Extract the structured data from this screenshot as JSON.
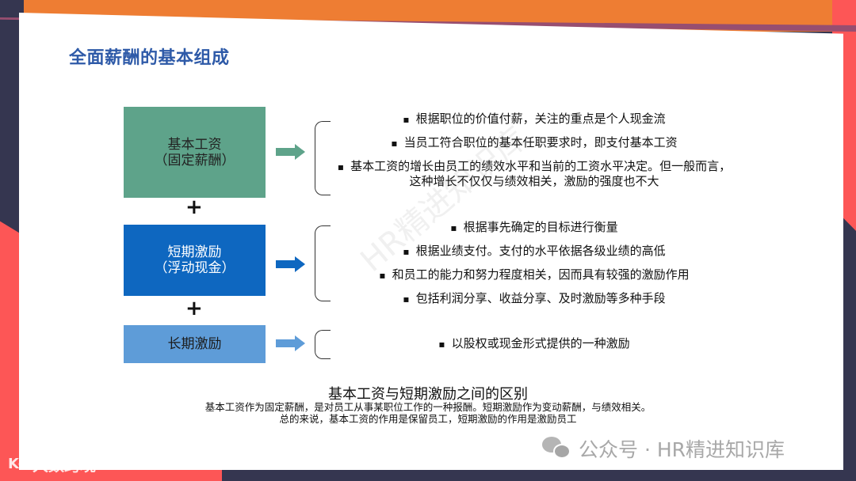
{
  "slide": {
    "title": "全面薪酬的基本组成",
    "colors": {
      "title": "#2e5aa8",
      "base_box": "#5ea38a",
      "short_box": "#0e67c0",
      "long_box": "#5e9cd8",
      "frame_orange": "#ee7d33",
      "frame_purple": "#974e70",
      "frame_red": "#fd5656",
      "frame_navy": "#353650"
    },
    "components": [
      {
        "line1": "基本工资",
        "line2": "（固定薪酬）",
        "bullets": [
          "根据职位的价值付薪，关注的重点是个人现金流",
          "当员工符合职位的基本任职要求时，即支付基本工资",
          "基本工资的增长由员工的绩效水平和当前的工资水平决定。但一般而言，这种增长不仅仅与绩效相关，激励的强度也不大"
        ]
      },
      {
        "line1": "短期激励",
        "line2": "（浮动现金）",
        "bullets": [
          "根据事先确定的目标进行衡量",
          "根据业绩支付。支付的水平依据各级业绩的高低",
          "和员工的能力和努力程度相关，因而具有较强的激励作用",
          "包括利润分享、收益分享、及时激励等多种手段"
        ]
      },
      {
        "line1": "长期激励",
        "bullets": [
          "以股权或现金形式提供的一种激励"
        ]
      }
    ],
    "plus_sign": "+",
    "difference": {
      "title": "基本工资与短期激励之间的区别",
      "line1": "基本工资作为固定薪酬，是对员工从事某职位工作的一种报酬。短期激励作为变动薪酬，与绩效相关。",
      "line2": "总的来说，基本工资的作用是保留员工，短期激励的作用是激励员工"
    }
  },
  "watermarks": {
    "diagonal": "HR精进知识库",
    "wechat": "公众号 · HR精进知识库",
    "corner_logo_glyph": "K∞",
    "corner_logo_text": "大数跨境"
  }
}
